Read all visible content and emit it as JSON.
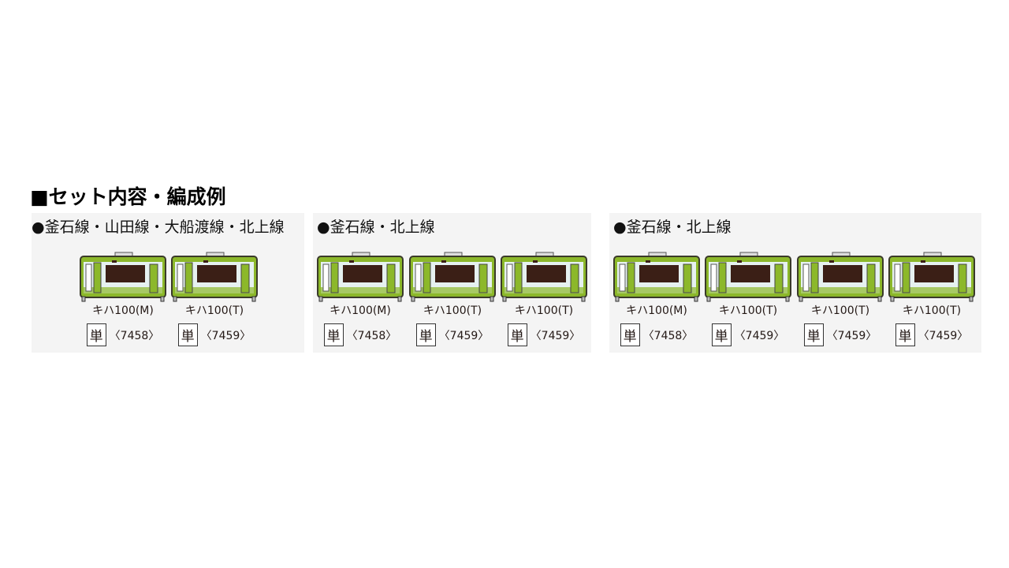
{
  "title": "■セット内容・編成例",
  "colors": {
    "body_green": "#8cb82a",
    "body_light": "#e6f1f0",
    "window": "#3b1f16"
  },
  "formations": [
    {
      "label": "●釜石線・山田線・大船渡線・北上線",
      "cars": [
        {
          "name": "キハ100(M)",
          "badge": "単",
          "number": "〈7458〉"
        },
        {
          "name": "キハ100(T)",
          "badge": "単",
          "number": "〈7459〉"
        }
      ]
    },
    {
      "label": "●釜石線・北上線",
      "cars": [
        {
          "name": "キハ100(M)",
          "badge": "単",
          "number": "〈7458〉"
        },
        {
          "name": "キハ100(T)",
          "badge": "単",
          "number": "〈7459〉"
        },
        {
          "name": "キハ100(T)",
          "badge": "単",
          "number": "〈7459〉"
        }
      ]
    },
    {
      "label": "●釜石線・北上線",
      "cars": [
        {
          "name": "キハ100(M)",
          "badge": "単",
          "number": "〈7458〉"
        },
        {
          "name": "キハ100(T)",
          "badge": "単",
          "number": "〈7459〉"
        },
        {
          "name": "キハ100(T)",
          "badge": "単",
          "number": "〈7459〉"
        },
        {
          "name": "キハ100(T)",
          "badge": "単",
          "number": "〈7459〉"
        }
      ]
    }
  ]
}
